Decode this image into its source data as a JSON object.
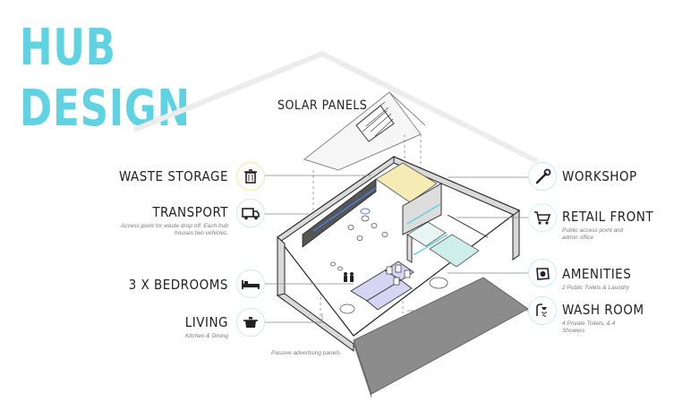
{
  "title": {
    "line1": "HUB",
    "line2": "DESIGN"
  },
  "accent_color": "#5fd3e2",
  "icon_ring_colors": {
    "default": "#cfe9ef",
    "waste": "#f2e3a6",
    "retail": "#d7eef6"
  },
  "labels": {
    "solar_panels": "SOLAR PANELS",
    "waste_storage": "WASTE STORAGE",
    "transport": "TRANSPORT",
    "transport_sub": "Access point for waste drop off. Each hub houses two vehicles.",
    "bedrooms": "3 X BEDROOMS",
    "living": "LIVING",
    "living_sub": "Kitchen & Dining",
    "workshop": "WORKSHOP",
    "retail_front": "RETAIL FRONT",
    "retail_sub": "Public access point and admin office",
    "amenities": "AMENITIES",
    "amenities_sub": "2 Public Toilets & Laundry",
    "wash_room": "WASH ROOM",
    "wash_sub": "4 Private Toilets, & 4 Showers",
    "advertising": "Passive advertising panels"
  },
  "icons": {
    "waste_storage": "trash-bin-icon",
    "transport": "truck-icon",
    "bedrooms": "bed-icon",
    "living": "cooking-pot-icon",
    "workshop": "wrench-icon",
    "retail_front": "shopping-cart-icon",
    "amenities": "washing-machine-icon",
    "wash_room": "shower-icon"
  }
}
